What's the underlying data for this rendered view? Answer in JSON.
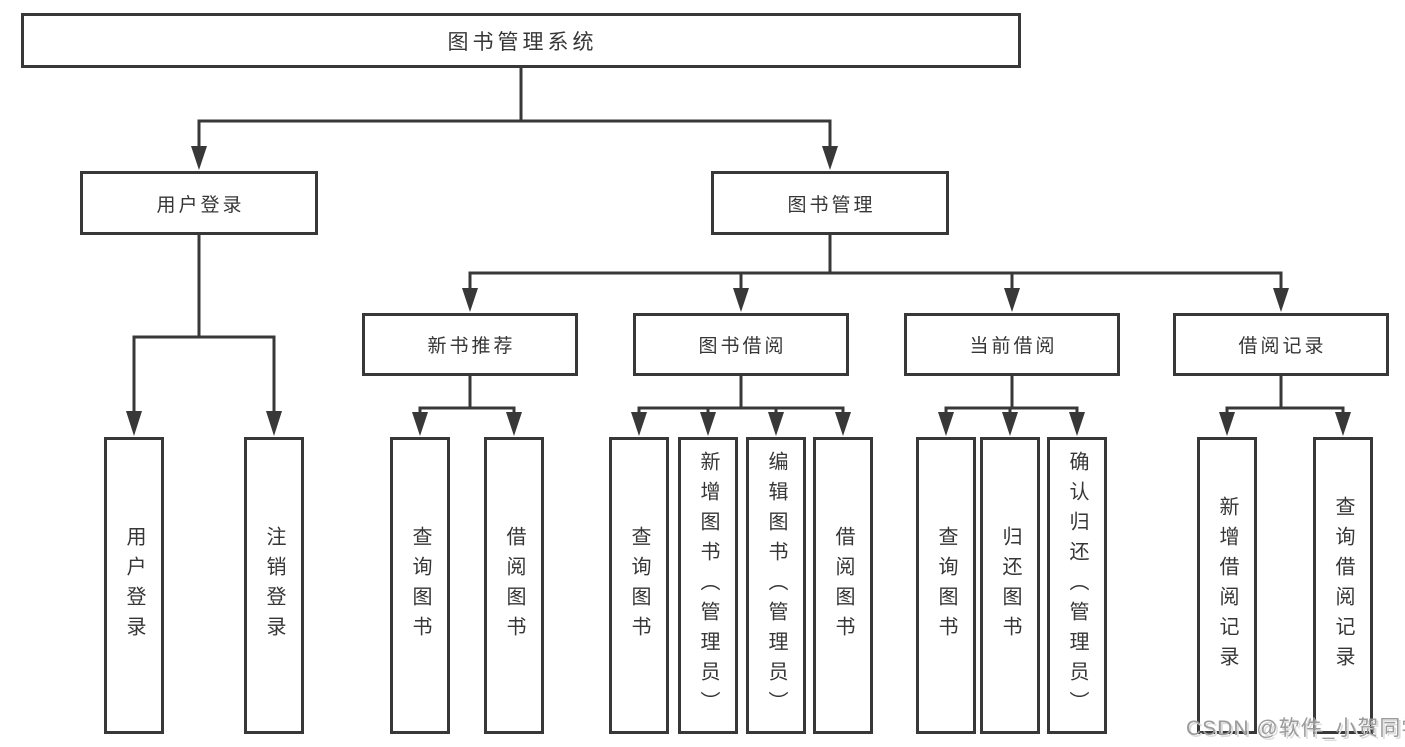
{
  "diagram": {
    "title": "图书管理系统",
    "colors": {
      "line": "#383838",
      "text": "#363636",
      "box_background": "#ffffff",
      "watermark": "#9b9b9b"
    },
    "level2": [
      {
        "label": "用户登录"
      },
      {
        "label": "图书管理"
      }
    ],
    "level3": [
      {
        "label": "新书推荐",
        "parent": "图书管理"
      },
      {
        "label": "图书借阅",
        "parent": "图书管理"
      },
      {
        "label": "当前借阅",
        "parent": "图书管理"
      },
      {
        "label": "借阅记录",
        "parent": "图书管理"
      }
    ],
    "leaves": [
      {
        "label": "用户登录",
        "parent": "用户登录"
      },
      {
        "label": "注销登录",
        "parent": "用户登录"
      },
      {
        "label": "查询图书",
        "parent": "新书推荐"
      },
      {
        "label": "借阅图书",
        "parent": "新书推荐"
      },
      {
        "label": "查询图书",
        "parent": "图书借阅"
      },
      {
        "label": "新增图书（管理员）",
        "parent": "图书借阅"
      },
      {
        "label": "编辑图书（管理员）",
        "parent": "图书借阅"
      },
      {
        "label": "借阅图书",
        "parent": "图书借阅"
      },
      {
        "label": "查询图书",
        "parent": "当前借阅"
      },
      {
        "label": "归还图书",
        "parent": "当前借阅"
      },
      {
        "label": "确认归还（管理员）",
        "parent": "当前借阅"
      },
      {
        "label": "新增借阅记录",
        "parent": "借阅记录"
      },
      {
        "label": "查询借阅记录",
        "parent": "借阅记录"
      }
    ],
    "watermark": "CSDN @软件_小贺同学"
  }
}
